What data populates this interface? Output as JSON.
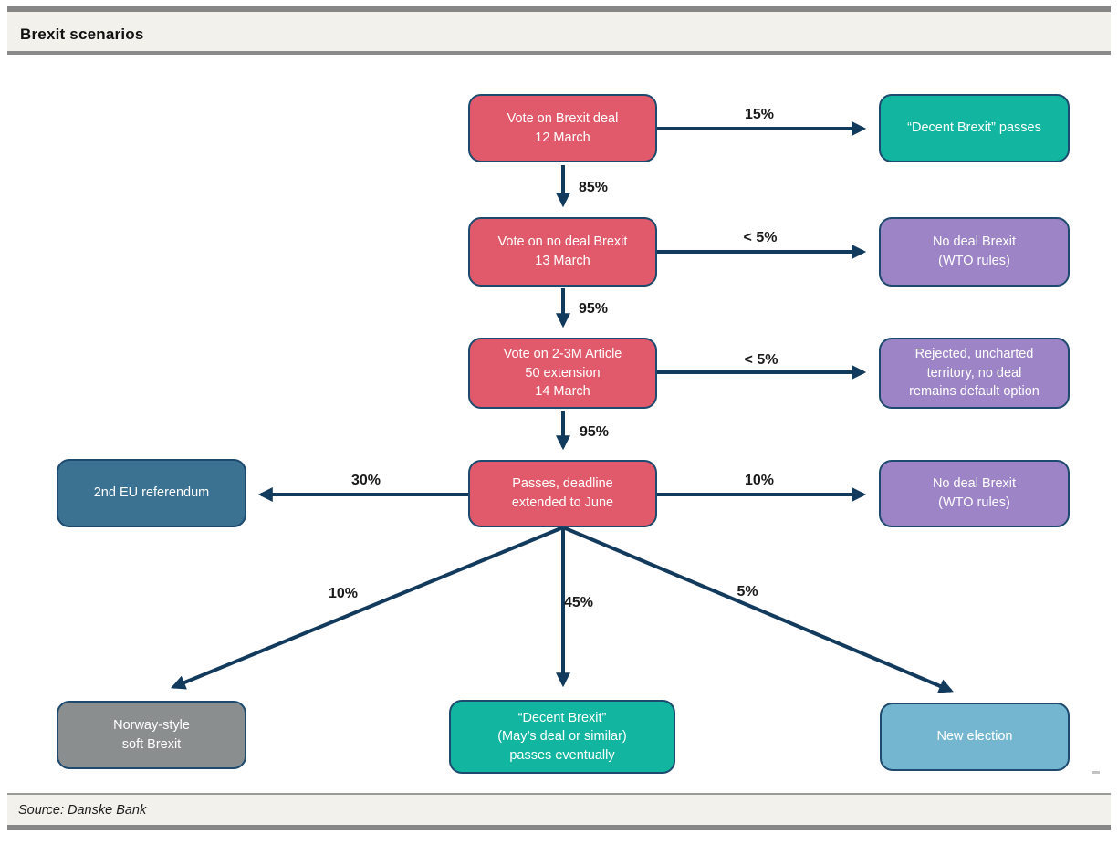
{
  "header": {
    "title": "Brexit scenarios"
  },
  "footer": {
    "source": "Source: Danske Bank"
  },
  "colors": {
    "node_red": "#E15A6B",
    "node_teal": "#12B5A0",
    "node_purple": "#9C84C6",
    "node_steel_blue": "#3B7191",
    "node_gray": "#8A8E8F",
    "node_light_blue": "#74B6D0",
    "arrow_navy": "#123A5C",
    "node_border": "#1D4A6E",
    "band_beige": "#F2F1EB",
    "bar_gray": "#868686",
    "label_text": "#1A1A1A"
  },
  "nodes": [
    {
      "id": "vote-brexit-deal",
      "color": "red",
      "text": "Vote on Brexit deal\n12 March"
    },
    {
      "id": "decent-brexit-passes",
      "color": "teal",
      "text": "“Decent Brexit” passes"
    },
    {
      "id": "vote-no-deal",
      "color": "red",
      "text": "Vote on no deal Brexit\n13 March"
    },
    {
      "id": "no-deal-wto-1",
      "color": "purple",
      "text": "No deal Brexit\n(WTO rules)"
    },
    {
      "id": "vote-extension",
      "color": "red",
      "text": "Vote on 2-3M Article\n50 extension\n14 March"
    },
    {
      "id": "rejected-uncharted",
      "color": "purple",
      "text": "Rejected, uncharted\nterritory, no deal\nremains default option"
    },
    {
      "id": "second-eu-referendum",
      "color": "steel",
      "text": "2nd EU referendum"
    },
    {
      "id": "passes-deadline",
      "color": "red",
      "text": "Passes, deadline\nextended to June"
    },
    {
      "id": "no-deal-wto-2",
      "color": "purple",
      "text": "No deal Brexit\n(WTO rules)"
    },
    {
      "id": "norway-style",
      "color": "gray",
      "text": "Norway-style\nsoft Brexit"
    },
    {
      "id": "decent-brexit-eventually",
      "color": "teal",
      "text": "“Decent Brexit”\n(May’s deal or similar)\npasses eventually"
    },
    {
      "id": "new-election",
      "color": "lightblue",
      "text": "New election"
    }
  ],
  "edges": [
    {
      "from": "vote-brexit-deal",
      "to": "decent-brexit-passes",
      "label": "15%"
    },
    {
      "from": "vote-brexit-deal",
      "to": "vote-no-deal",
      "label": "85%"
    },
    {
      "from": "vote-no-deal",
      "to": "no-deal-wto-1",
      "label": "< 5%"
    },
    {
      "from": "vote-no-deal",
      "to": "vote-extension",
      "label": "95%"
    },
    {
      "from": "vote-extension",
      "to": "rejected-uncharted",
      "label": "< 5%"
    },
    {
      "from": "vote-extension",
      "to": "passes-deadline",
      "label": "95%"
    },
    {
      "from": "passes-deadline",
      "to": "second-eu-referendum",
      "label": "30%"
    },
    {
      "from": "passes-deadline",
      "to": "no-deal-wto-2",
      "label": "10%"
    },
    {
      "from": "passes-deadline",
      "to": "norway-style",
      "label": "10%"
    },
    {
      "from": "passes-deadline",
      "to": "decent-brexit-eventually",
      "label": "45%"
    },
    {
      "from": "passes-deadline",
      "to": "new-election",
      "label": "5%"
    }
  ]
}
